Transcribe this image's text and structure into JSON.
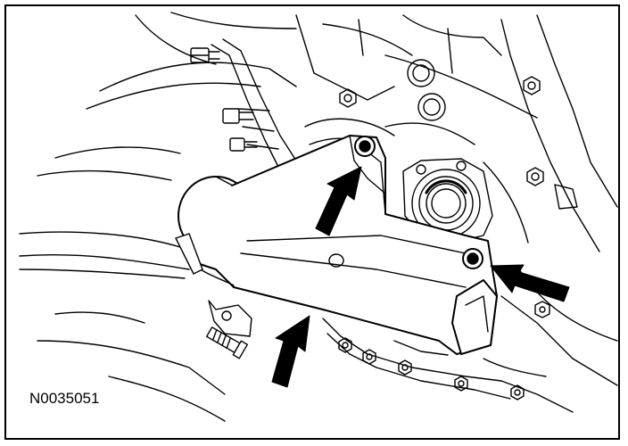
{
  "figure": {
    "id_label": "N0035051"
  },
  "colors": {
    "ink": "#000000",
    "paper": "#ffffff",
    "shade": "#d9d9d9"
  },
  "callout_arrows": [
    {
      "name": "arrow-upper-bolt",
      "points_to": "upper-mount-bolt"
    },
    {
      "name": "arrow-right-bolt",
      "points_to": "right-mount-bolt"
    },
    {
      "name": "arrow-lower-bracket",
      "points_to": "bracket-underside"
    }
  ]
}
